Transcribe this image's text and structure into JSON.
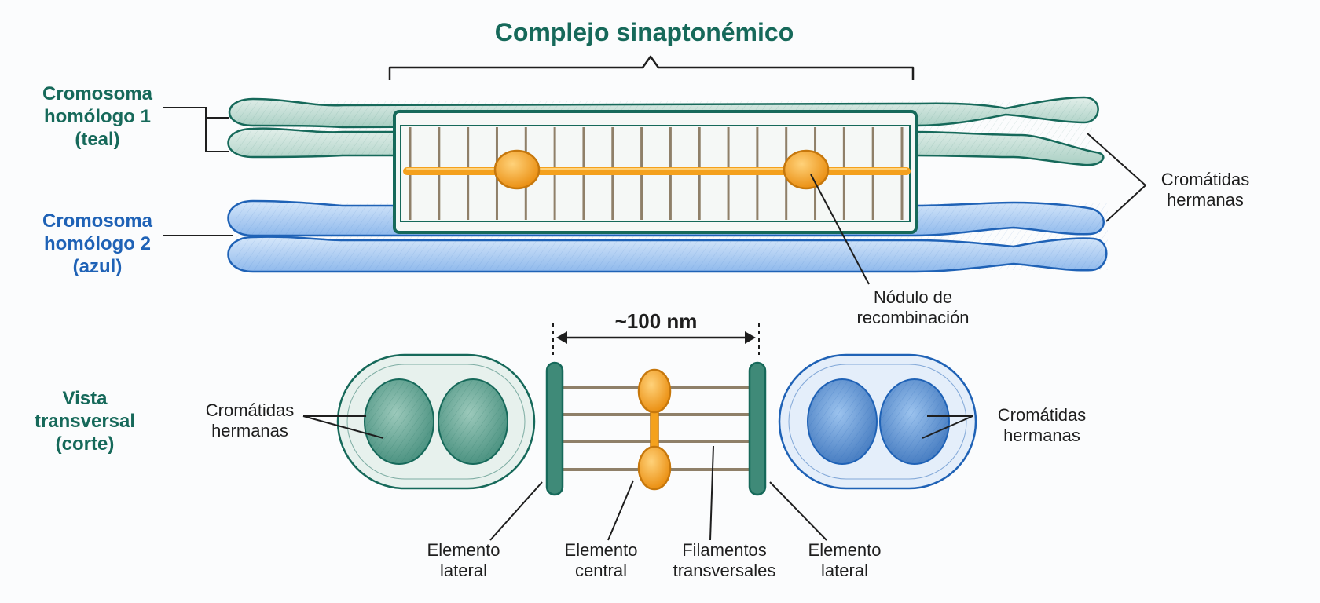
{
  "labels": {
    "title": "Complejo sinaptonémico",
    "homolog1": {
      "line1": "Cromosoma",
      "line2": "homólogo 1",
      "line3": "(teal)"
    },
    "homolog2": {
      "line1": "Cromosoma",
      "line2": "homólogo 2",
      "line3": "(azul)"
    },
    "sister_top": {
      "line1": "Cromátidas",
      "line2": "hermanas"
    },
    "recomb_node": {
      "line1": "Nódulo de",
      "line2": "recombinación"
    },
    "measure": "~100 nm",
    "cross_view": {
      "line1": "Vista",
      "line2": "transversal",
      "line3": "(corte)"
    },
    "sister_left": {
      "line1": "Cromátidas",
      "line2": "hermanas"
    },
    "sister_right": {
      "line1": "Cromátidas",
      "line2": "hermanas"
    },
    "lateral_left": {
      "line1": "Elemento",
      "line2": "lateral"
    },
    "central": {
      "line1": "Elemento",
      "line2": "central"
    },
    "filaments": {
      "line1": "Filamentos",
      "line2": "transversales"
    },
    "lateral_right": {
      "line1": "Elemento",
      "line2": "lateral"
    }
  },
  "colors": {
    "teal": "#16695a",
    "teal_fill": "#c3ddd5",
    "blue": "#1f62b6",
    "blue_fill": "#b8d3f2",
    "orange": "#f4a11d",
    "orange_dark": "#c7780c",
    "rung": "#8f8069",
    "ink": "#1e1e1e"
  }
}
